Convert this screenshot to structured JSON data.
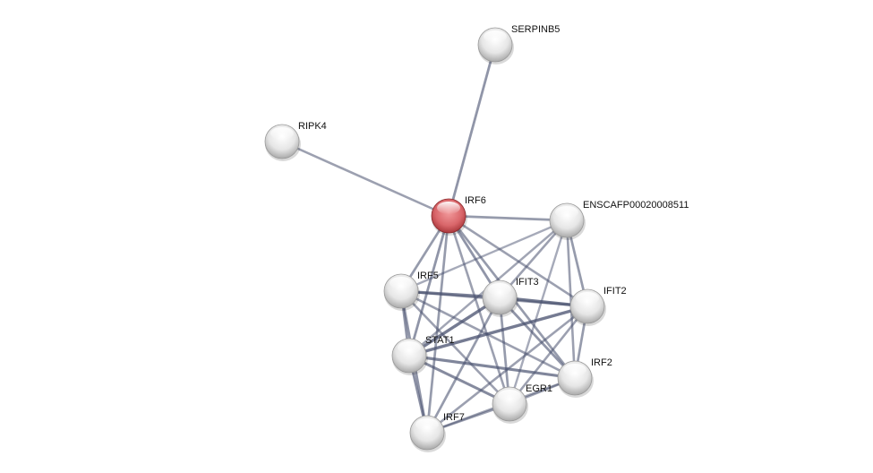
{
  "nodes": [
    {
      "id": "SERPINB5",
      "label": "SERPINB5",
      "query": false
    },
    {
      "id": "RIPK4",
      "label": "RIPK4",
      "query": false
    },
    {
      "id": "IRF6",
      "label": "IRF6",
      "query": true
    },
    {
      "id": "ENSCAFP00020008511",
      "label": "ENSCAFP00020008511",
      "query": false
    },
    {
      "id": "IRF5",
      "label": "IRF5",
      "query": false
    },
    {
      "id": "IFIT3",
      "label": "IFIT3",
      "query": false
    },
    {
      "id": "IFIT2",
      "label": "IFIT2",
      "query": false
    },
    {
      "id": "STAT1",
      "label": "STAT1",
      "query": false
    },
    {
      "id": "IRF2",
      "label": "IRF2",
      "query": false
    },
    {
      "id": "EGR1",
      "label": "EGR1",
      "query": false
    },
    {
      "id": "IRF7",
      "label": "IRF7",
      "query": false
    }
  ],
  "edges": [
    [
      "IRF6",
      "SERPINB5",
      0.6
    ],
    [
      "IRF6",
      "RIPK4",
      0.5
    ],
    [
      "IRF6",
      "ENSCAFP00020008511",
      0.55
    ],
    [
      "IRF6",
      "IRF5",
      0.55
    ],
    [
      "IRF6",
      "IFIT3",
      0.6
    ],
    [
      "IRF6",
      "IFIT2",
      0.5
    ],
    [
      "IRF6",
      "STAT1",
      0.6
    ],
    [
      "IRF6",
      "IRF7",
      0.55
    ],
    [
      "IRF6",
      "EGR1",
      0.5
    ],
    [
      "IRF6",
      "IRF2",
      0.55
    ],
    [
      "ENSCAFP00020008511",
      "IRF5",
      0.4
    ],
    [
      "ENSCAFP00020008511",
      "IFIT3",
      0.5
    ],
    [
      "ENSCAFP00020008511",
      "IFIT2",
      0.55
    ],
    [
      "ENSCAFP00020008511",
      "STAT1",
      0.45
    ],
    [
      "ENSCAFP00020008511",
      "IRF2",
      0.5
    ],
    [
      "ENSCAFP00020008511",
      "EGR1",
      0.4
    ],
    [
      "IRF5",
      "IFIT3",
      0.8
    ],
    [
      "IRF5",
      "IFIT2",
      0.5
    ],
    [
      "IRF5",
      "STAT1",
      0.6
    ],
    [
      "IRF5",
      "IRF7",
      0.6
    ],
    [
      "IRF5",
      "EGR1",
      0.5
    ],
    [
      "IRF5",
      "IRF2",
      0.5
    ],
    [
      "IFIT3",
      "IFIT2",
      0.9
    ],
    [
      "IFIT3",
      "STAT1",
      0.85
    ],
    [
      "IFIT3",
      "IRF7",
      0.55
    ],
    [
      "IFIT3",
      "EGR1",
      0.55
    ],
    [
      "IFIT3",
      "IRF2",
      0.6
    ],
    [
      "IFIT2",
      "STAT1",
      0.85
    ],
    [
      "IFIT2",
      "IRF2",
      0.55
    ],
    [
      "IFIT2",
      "EGR1",
      0.5
    ],
    [
      "IFIT2",
      "IRF7",
      0.5
    ],
    [
      "STAT1",
      "IRF2",
      0.75
    ],
    [
      "STAT1",
      "EGR1",
      0.7
    ],
    [
      "STAT1",
      "IRF7",
      0.65
    ],
    [
      "IRF2",
      "EGR1",
      0.45
    ],
    [
      "IRF2",
      "IRF7",
      0.45
    ],
    [
      "EGR1",
      "IRF7",
      0.5
    ]
  ],
  "colors": {
    "query_node": "#d9666a",
    "node": "#e4e4e4",
    "edge": "#4a5270"
  }
}
